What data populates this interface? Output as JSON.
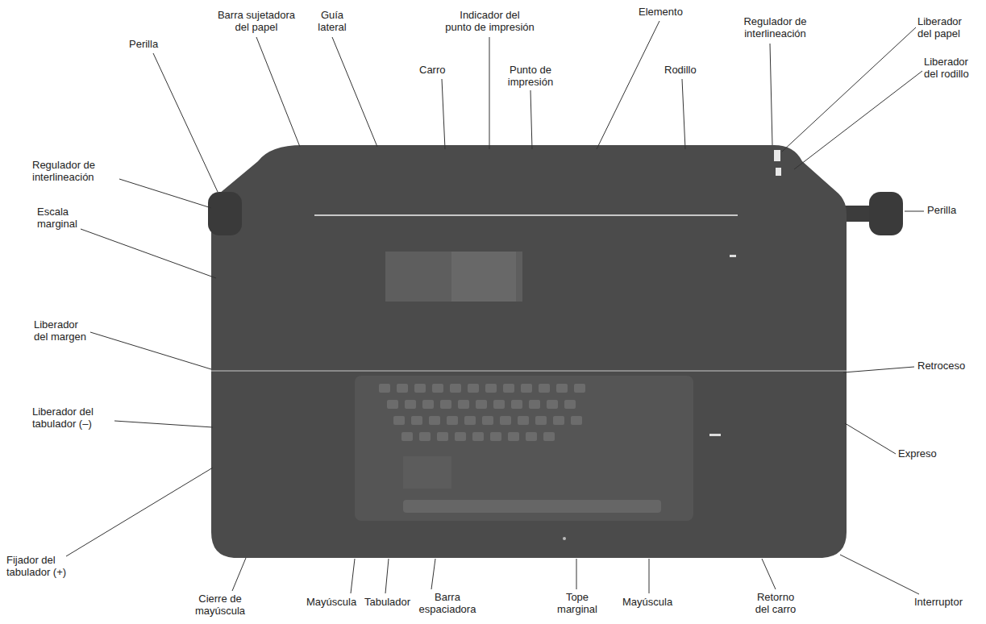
{
  "diagram": {
    "labels": [
      "Perilla",
      "Barra sujetadora del papel",
      "Guía lateral",
      "Indicador del punto de impresión",
      "Elemento",
      "Regulador de interlineación",
      "Liberador del papel",
      "Carro",
      "Punto de impresión",
      "Rodillo",
      "Liberador del rodillo",
      "Regulador de interlineación",
      "Perilla",
      "Escala marginal",
      "Liberador del margen",
      "Retroceso",
      "Liberador del tabulador (–)",
      "Expreso",
      "Fijador del tabulador (+)",
      "Cierre de mayúscula",
      "Mayúscula",
      "Tabulador",
      "Barra espaciadora",
      "Tope marginal",
      "Mayúscula",
      "Retorno del carro",
      "Interruptor"
    ]
  }
}
